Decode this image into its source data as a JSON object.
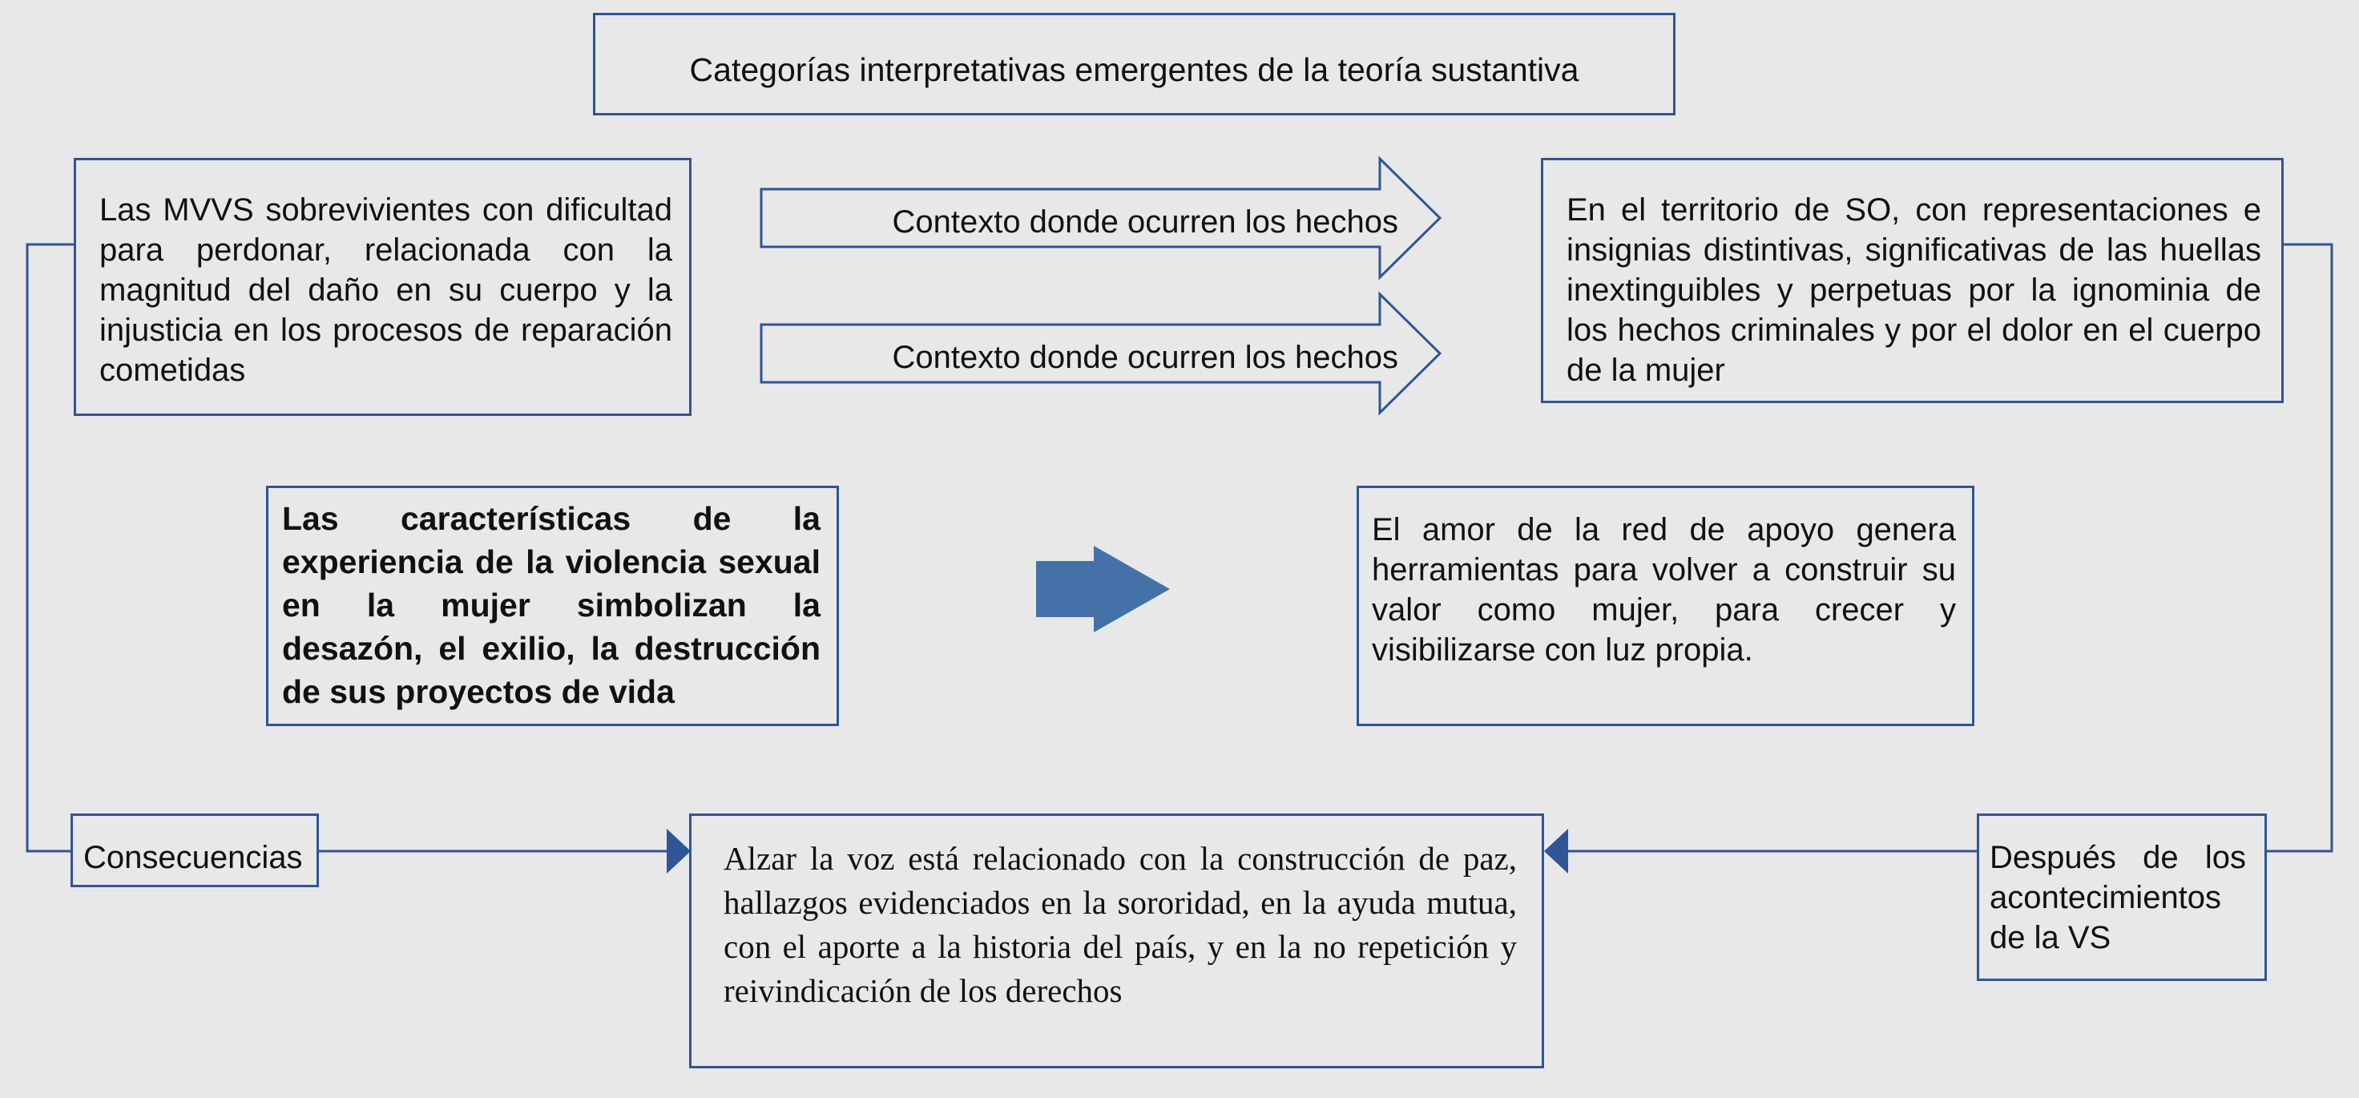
{
  "title": "Categorías interpretativas emergentes de la teoría sustantiva",
  "top_left_box": "Las MVVS sobrevivientes con dificultad para perdonar, relacionada con la magnitud del daño en su cuerpo y la injusticia en los procesos de reparación cometidas",
  "arrow_labels": [
    "Contexto donde ocurren los hechos",
    "Contexto donde ocurren los hechos"
  ],
  "top_right_box": "En el territorio de SO, con representaciones e insignias distintivas, significativas de las huellas inextinguibles y perpetuas por la ignominia de los hechos criminales y por el dolor en el cuerpo de la mujer",
  "middle_left_box": "Las características de la experiencia de la violencia sexual en la mujer simbolizan la desazón, el exilio, la destrucción de sus proyectos de vida",
  "middle_right_box": "El amor de la red de apoyo genera herramientas para volver a construir su valor como mujer, para crecer y visibilizarse con luz propia.",
  "consequences_label": "Consecuencias",
  "bottom_center_box": "Alzar la voz está relacionado con la construcción de paz, hallazgos evidenciados en la sororidad, en la ayuda mutua, con el aporte a la historia del país, y en la no repetición y reivindicación de los derechos",
  "after_events_label": "Después de los acontecimientos de la VS",
  "colors": {
    "border": "#2f5597",
    "arrow_fill": "#4472a8",
    "background": "#e8e8e8"
  }
}
